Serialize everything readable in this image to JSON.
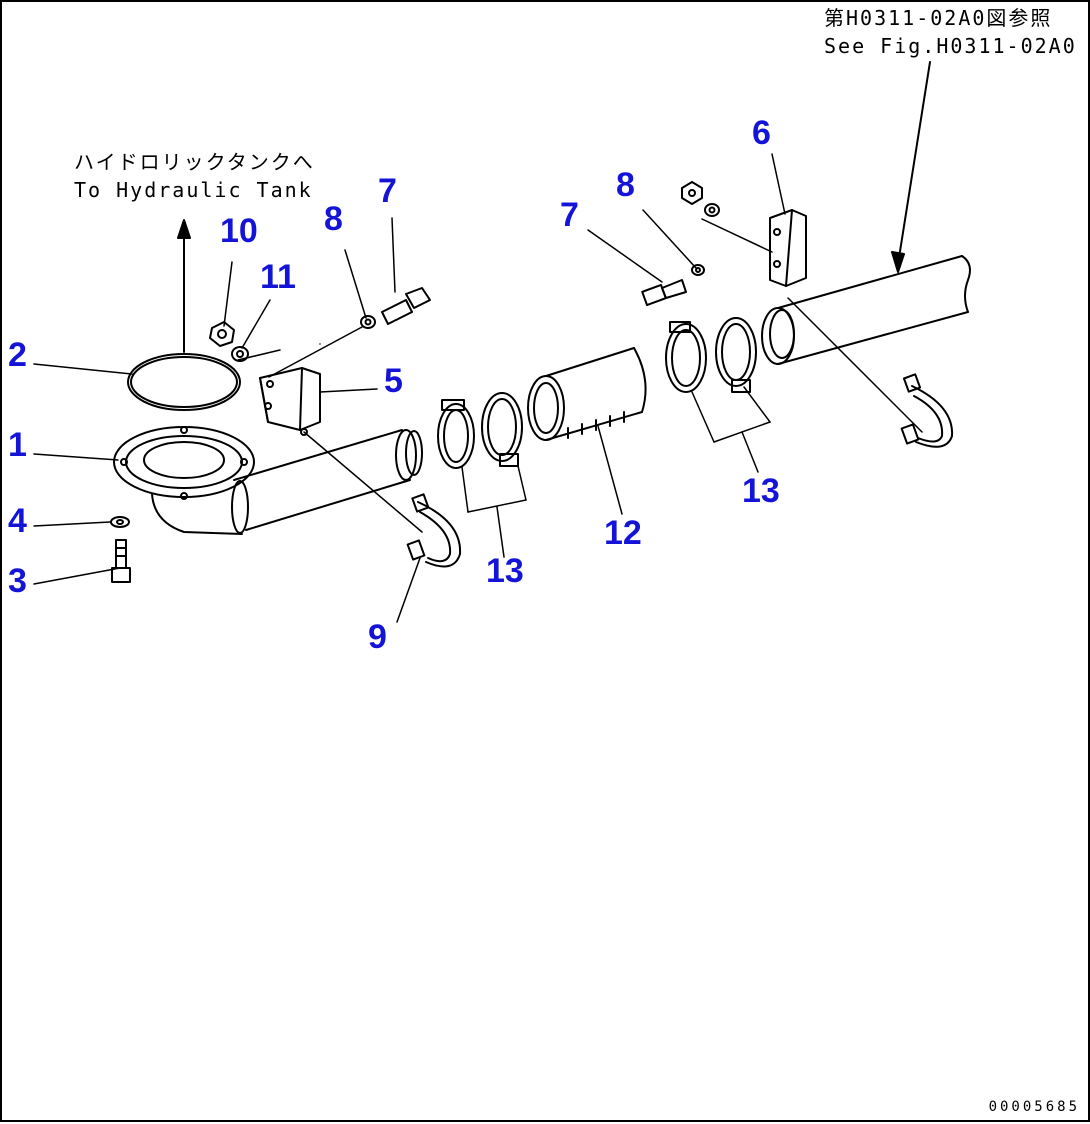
{
  "reference_note": {
    "jp": "第H0311-02A0図参照",
    "en": "See Fig.H0311-02A0"
  },
  "tank_note": {
    "jp": "ハイドロリックタンクへ",
    "en": "To Hydraulic Tank"
  },
  "part_labels": {
    "p1": "1",
    "p2": "2",
    "p3": "3",
    "p4": "4",
    "p5": "5",
    "p6": "6",
    "p7a": "7",
    "p7b": "7",
    "p8a": "8",
    "p8b": "8",
    "p9": "9",
    "p10": "10",
    "p11": "11",
    "p12": "12",
    "p13a": "13",
    "p13b": "13"
  },
  "label_color": "#1414d8",
  "drawing_number": "00005685"
}
